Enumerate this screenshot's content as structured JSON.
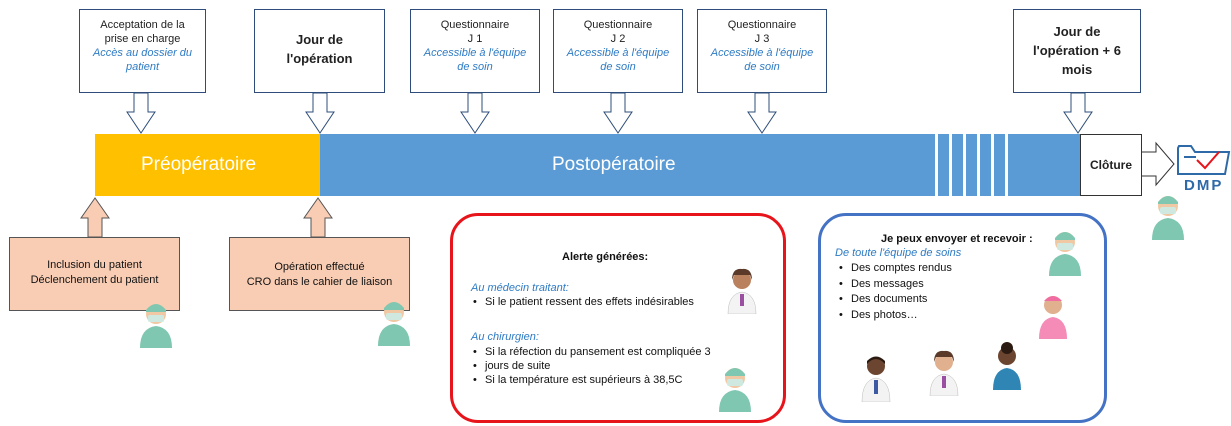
{
  "callouts": [
    {
      "line1": "Acceptation de la",
      "line2": "prise en charge",
      "italic1": "Accès au dossier du",
      "italic2": "patient"
    },
    {
      "line1": "Jour de",
      "line2": "l'opération"
    },
    {
      "line1": "Questionnaire",
      "line2": "J 1",
      "italic1": "Accessible à l'équipe",
      "italic2": "de soin"
    },
    {
      "line1": "Questionnaire",
      "line2": "J 2",
      "italic1": "Accessible à l'équipe",
      "italic2": "de soin"
    },
    {
      "line1": "Questionnaire",
      "line2": "J 3",
      "italic1": "Accessible à l'équipe",
      "italic2": "de soin"
    },
    {
      "line1": "Jour de",
      "line2": "l'opération + 6",
      "line3": "mois"
    }
  ],
  "timeline": {
    "preop_label": "Préopératoire",
    "postop_label": "Postopératoire",
    "closure_label": "Clôture",
    "dmp_label": "DMP",
    "colors": {
      "preop": "#ffc000",
      "postop": "#5b9bd5",
      "lowbox": "#f9cdb4",
      "red": "#e8141b",
      "blue": "#4472c4"
    }
  },
  "lower_boxes": [
    {
      "line1": "Inclusion du patient",
      "line2": "Déclenchement du patient"
    },
    {
      "line1": "Opération effectué",
      "line2": "CRO dans le cahier de liaison"
    }
  ],
  "alert_panel": {
    "title": "Alerte générées:",
    "group1_title": "Au médecin traitant:",
    "group1_items": [
      "Si le patient ressent des effets indésirables"
    ],
    "group2_title": "Au chirurgien:",
    "group2_items": [
      "Si la réfection du pansement est compliquée 3",
      "jours de suite",
      "Si la température est supérieurs à 38,5C"
    ]
  },
  "message_panel": {
    "title": "Je peux envoyer et recevoir :",
    "subtitle": "De toute l'équipe de soins",
    "items": [
      "Des comptes rendus",
      "Des messages",
      "Des documents",
      "Des photos…"
    ]
  }
}
